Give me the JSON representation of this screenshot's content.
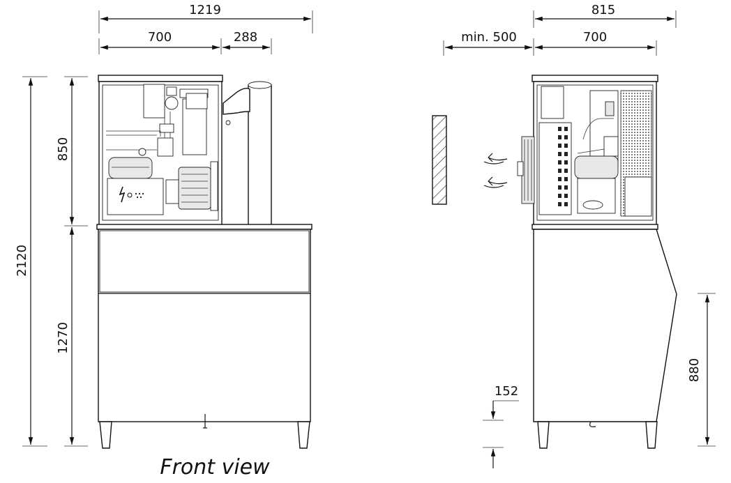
{
  "dimensions": {
    "front_total_width": "1219",
    "front_unit_width": "700",
    "front_chimney_offset": "288",
    "total_height": "2120",
    "unit_height": "850",
    "bin_height": "1270",
    "side_total_width": "815",
    "side_unit_depth": "700",
    "wall_clearance": "min. 500",
    "drain_height": "880",
    "leg_height": "152"
  },
  "captions": {
    "front": "Front view"
  }
}
